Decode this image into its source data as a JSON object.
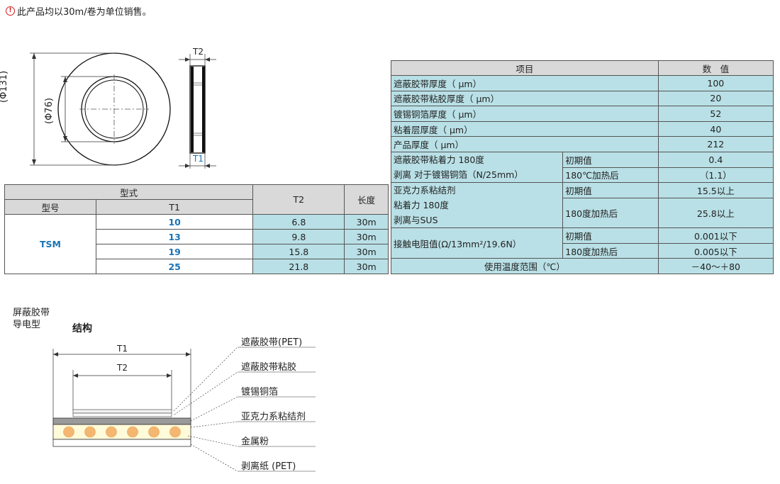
{
  "notice": "此产品均以30m/卷为单位销售。",
  "drawing": {
    "outer_dia": "(Φ131)",
    "inner_dia": "(Φ76)",
    "t2": "T2",
    "t1": "T1"
  },
  "left_table": {
    "header_group": "型式",
    "header_model": "型号",
    "header_t1": "T1",
    "header_t2": "T2",
    "header_length": "长度",
    "model": "TSM",
    "rows": [
      {
        "t1": "10",
        "t2": "6.8",
        "length": "30m"
      },
      {
        "t1": "13",
        "t2": "9.8",
        "length": "30m"
      },
      {
        "t1": "19",
        "t2": "15.8",
        "length": "30m"
      },
      {
        "t1": "25",
        "t2": "21.8",
        "length": "30m"
      }
    ]
  },
  "right_table": {
    "header_item": "项目",
    "header_value": "数　值",
    "simple_rows": [
      {
        "item": "遮蔽胶带厚度（ μm）",
        "value": "100"
      },
      {
        "item": "遮蔽胶带粘胶厚度（ μm）",
        "value": "20"
      },
      {
        "item": "镀锡铜箔厚度（ μm）",
        "value": "52"
      },
      {
        "item": "粘着层厚度（ μm）",
        "value": "40"
      },
      {
        "item": "产品厚度（ μm）",
        "value": "212"
      }
    ],
    "adhesion": {
      "line1": "遮蔽胶带粘着力 180度",
      "line2": "剥离 对于镀锡铜箔（N/25mm）",
      "cond1": "初期值",
      "val1": "0.4",
      "cond2": "180℃加热后",
      "val2": "（1.1）"
    },
    "acrylic": {
      "line1": "亚克力系粘结剂",
      "line2": "粘着力 180度",
      "line3": "剥离与SUS",
      "cond1": "初期值",
      "val1": "15.5以上",
      "cond2": "180度加热后",
      "val2": "25.8以上"
    },
    "resistance": {
      "label": "接触电阻值(Ω/13mm²/19.6N）",
      "cond1": "初期值",
      "val1": "0.001以下",
      "cond2": "180度加热后",
      "val2": "0.005以下"
    },
    "temp_label": "使用温度范围（℃）",
    "temp_value": "－40～＋80"
  },
  "structure": {
    "type_line1": "屏蔽胶带",
    "type_line2": "导电型",
    "title": "结构",
    "t1": "T1",
    "t2": "T2",
    "labels": [
      "遮蔽胶带(PET)",
      "遮蔽胶带粘胶",
      "镀锡铜箔",
      "亚克力系粘结剂",
      "金属粉",
      "剥离纸 (PET)"
    ]
  }
}
